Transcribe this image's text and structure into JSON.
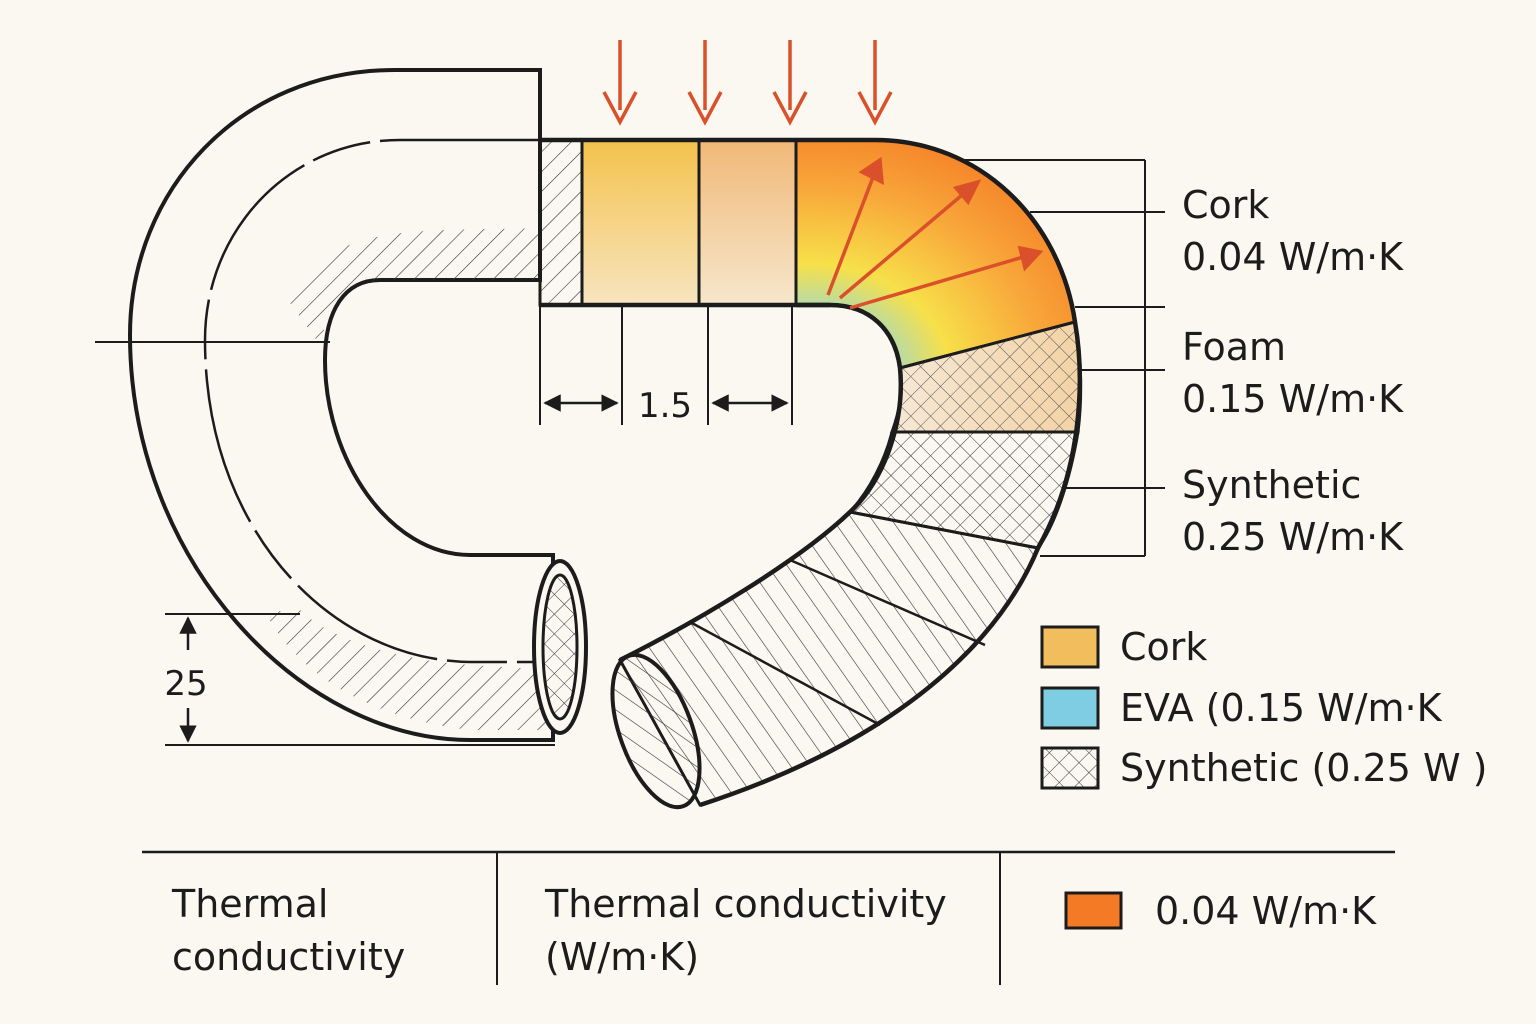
{
  "diagram": {
    "dimensions": {
      "segment_width": "1.5",
      "tube_diameter": "25"
    },
    "side_labels": [
      {
        "name": "Cork",
        "value": "0.04 W/m·K"
      },
      {
        "name": "Foam",
        "value": "0.15 W/m·K"
      },
      {
        "name": "Synthetic",
        "value": "0.25 W/m·K"
      }
    ],
    "legend": [
      {
        "label": "Cork",
        "swatch": "cork-swatch"
      },
      {
        "label": "EVA (0.15  W/m·K",
        "swatch": "eva-swatch"
      },
      {
        "label": "Synthetic (0.25 W )",
        "swatch": "synthetic-swatch"
      }
    ],
    "table": {
      "col1": [
        "Thermal",
        "conductivity"
      ],
      "col2": [
        "Thermal conductivity",
        "(W/m·K)"
      ],
      "col3": "0.04 W/m·K"
    }
  },
  "colors": {
    "cork": "#f2bd5c",
    "eva": "#7fcde3",
    "hot": "#f47a25",
    "arrow": "#d9502a",
    "ink": "#1c1c1c",
    "background": "#fbf8f1"
  }
}
